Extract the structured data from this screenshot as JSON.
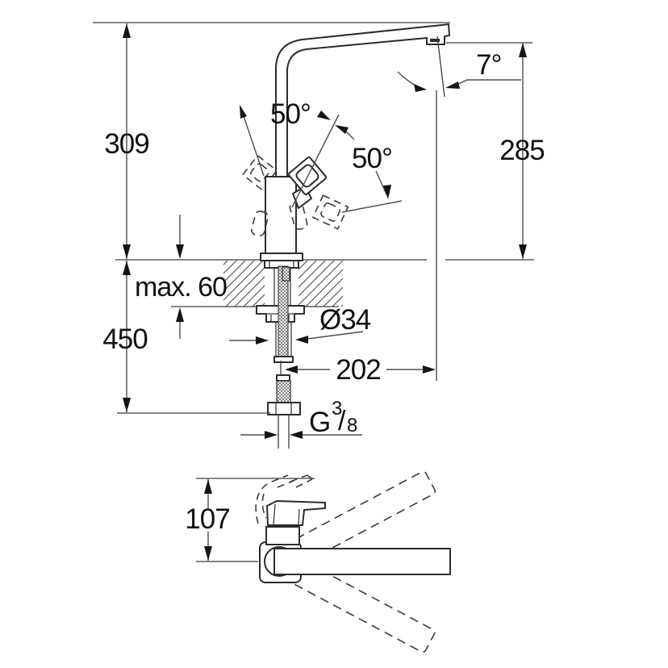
{
  "meta": {
    "type": "technical-dimension-drawing",
    "subject": "single-lever kitchen sink mixer, side view with mounting section and top view",
    "line_color": "#2b2b2b",
    "background": "#ffffff"
  },
  "side_view": {
    "height_above_deck": "309",
    "spout_outlet_height": "285",
    "lever_angle_left": "50°",
    "lever_angle_right": "50°",
    "stream_angle": "7°",
    "deck_thickness": "max. 60",
    "overall_height": "450",
    "hole_diameter": "Ø34",
    "spout_reach": "202",
    "thread": {
      "prefix": "G",
      "numerator": "3",
      "slash": "/",
      "denominator": "8"
    }
  },
  "top_view": {
    "handle_projection": "107"
  }
}
